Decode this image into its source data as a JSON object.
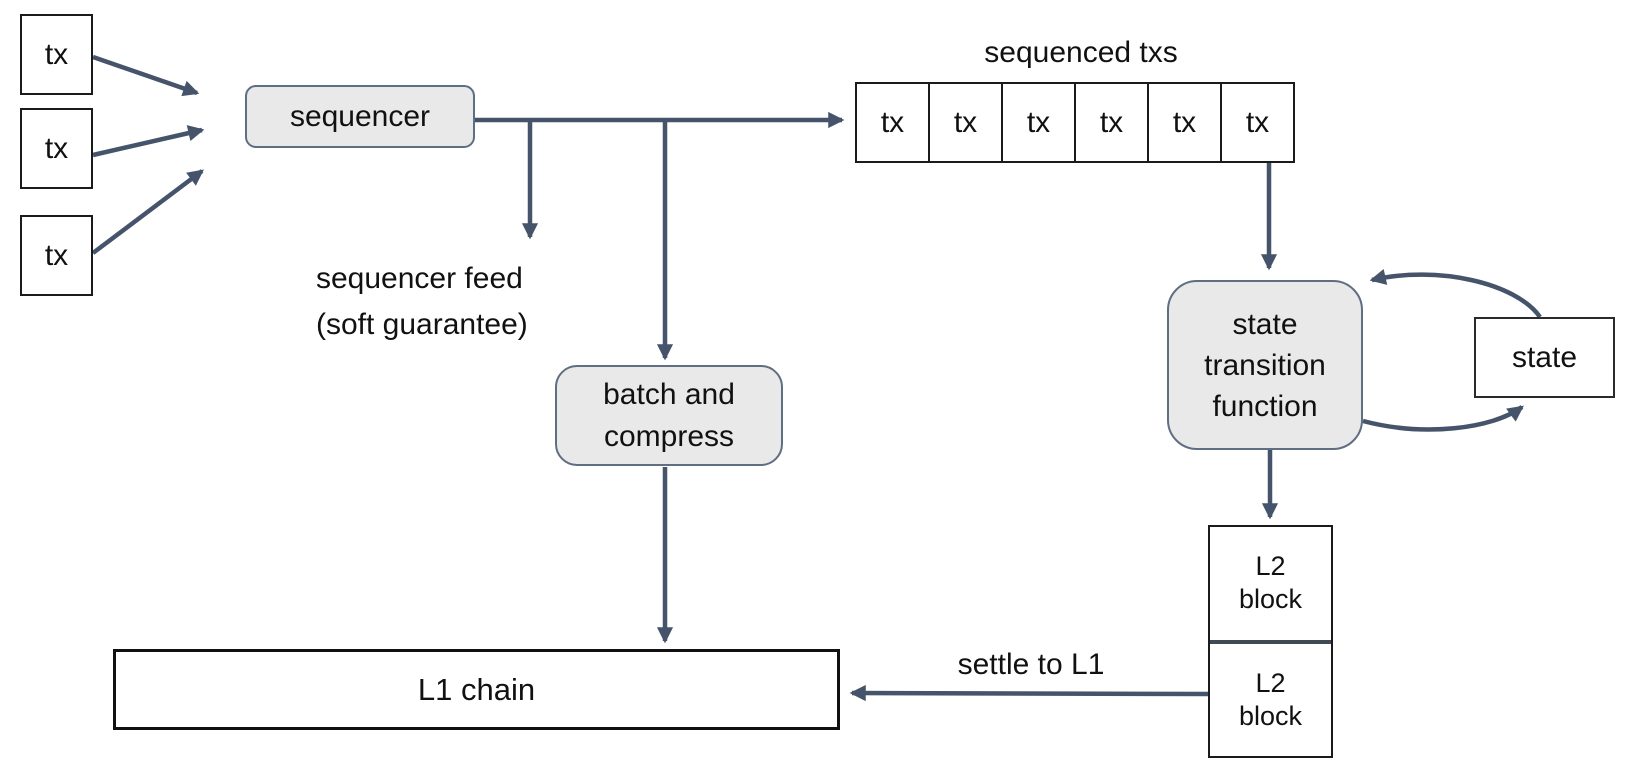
{
  "diagram": {
    "colors": {
      "arrow": "#45546a",
      "gray_node_fill": "#e9e9ea",
      "gray_node_border": "#5f6e80",
      "white_node_border": "#1b1b1b",
      "text": "#111111",
      "background": "#ffffff"
    },
    "nodes": {
      "incoming_txs": [
        "tx",
        "tx",
        "tx"
      ],
      "sequencer": {
        "label": "sequencer"
      },
      "sequencer_feed": {
        "line1": "sequencer feed",
        "line2": "(soft guarantee)"
      },
      "sequenced_txs": {
        "title": "sequenced txs",
        "items": [
          "tx",
          "tx",
          "tx",
          "tx",
          "tx",
          "tx"
        ]
      },
      "batch_compress": {
        "label": "batch and compress"
      },
      "stf": {
        "label": "state transition function"
      },
      "state": {
        "label": "state"
      },
      "l2_stack": {
        "blocks": [
          "L2 block",
          "L2 block"
        ]
      },
      "l1": {
        "label": "L1 chain"
      },
      "settle": {
        "label": "settle to L1"
      }
    },
    "edges": [
      {
        "from": "tx-1",
        "to": "sequencer"
      },
      {
        "from": "tx-2",
        "to": "sequencer"
      },
      {
        "from": "tx-3",
        "to": "sequencer"
      },
      {
        "from": "sequencer",
        "to": "sequenced-txs"
      },
      {
        "from": "sequencer",
        "to": "sequencer-feed",
        "label": "sequencer feed (soft guarantee)"
      },
      {
        "from": "sequencer",
        "to": "batch-and-compress"
      },
      {
        "from": "sequenced-txs",
        "to": "state-transition-function"
      },
      {
        "from": "state-transition-function",
        "to": "state"
      },
      {
        "from": "state",
        "to": "state-transition-function"
      },
      {
        "from": "state-transition-function",
        "to": "l2-block"
      },
      {
        "from": "batch-and-compress",
        "to": "l1-chain"
      },
      {
        "from": "l2-block",
        "to": "l1-chain",
        "label": "settle to L1"
      }
    ]
  }
}
